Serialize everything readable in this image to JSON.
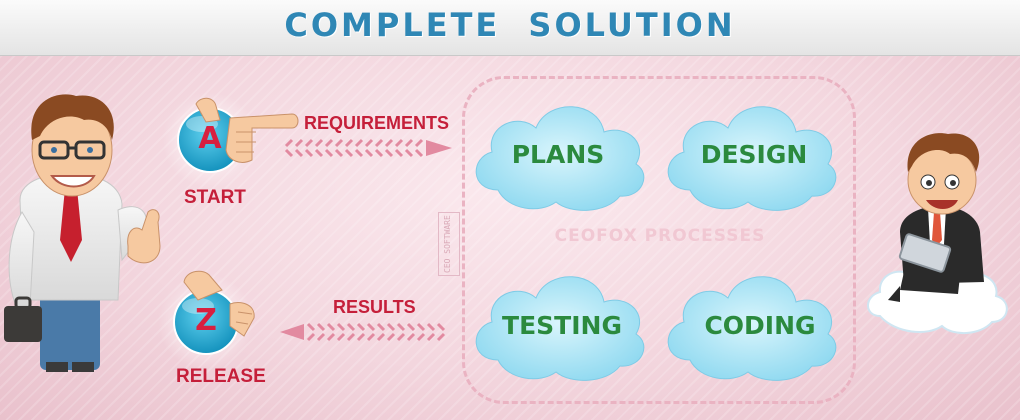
{
  "header": {
    "title": "COMPLETE  SOLUTION"
  },
  "diagram": {
    "steps": [
      {
        "letter": "A",
        "label": "START"
      },
      {
        "letter": "Z",
        "label": "RELEASE"
      }
    ],
    "flows": [
      {
        "label": "REQUIREMENTS",
        "direction": "right"
      },
      {
        "label": "RESULTS",
        "direction": "left"
      }
    ],
    "process_group": {
      "title": "CEOFOX PROCESSES",
      "vertical_tag": "CEO SOFTWARE",
      "clouds": [
        {
          "label": "PLANS"
        },
        {
          "label": "DESIGN"
        },
        {
          "label": "TESTING"
        },
        {
          "label": "CODING"
        }
      ]
    }
  },
  "colors": {
    "title_blue": "#2f87b5",
    "cloud_fill": "#a9e4f5",
    "cloud_text": "#2b8a3e",
    "accent_red": "#c51f3a",
    "badge_blue": "#1fa6cf",
    "dash_pink": "#eab3c2"
  }
}
